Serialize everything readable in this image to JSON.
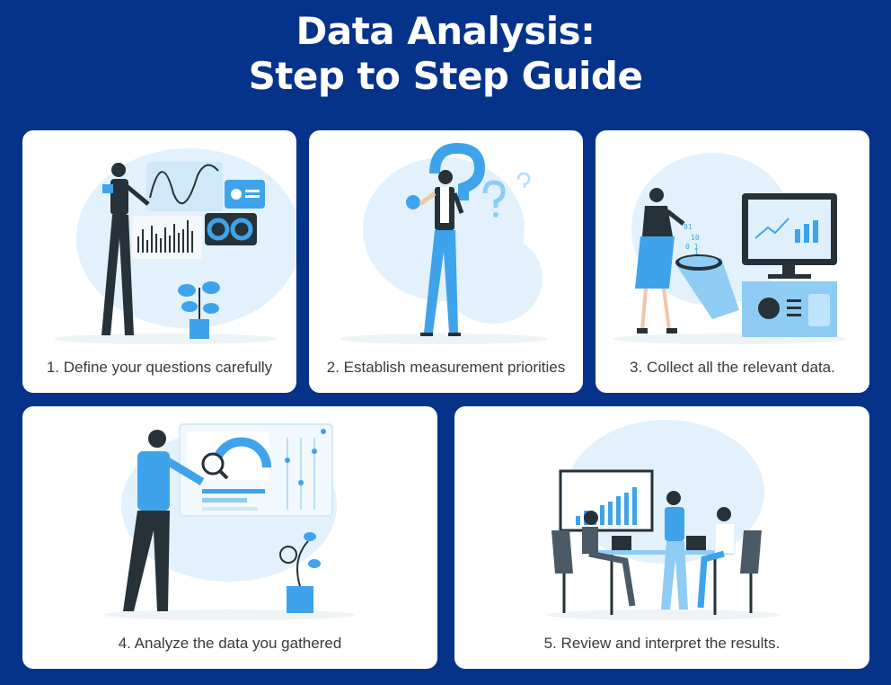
{
  "header": {
    "title_line1": "Data Analysis:",
    "title_line2": "Step to Step Guide"
  },
  "steps": [
    {
      "label": "1. Define your questions carefully",
      "illustration": "person-with-dashboard-charts"
    },
    {
      "label": "2. Establish measurement priorities",
      "illustration": "person-with-question-marks"
    },
    {
      "label": "3. Collect all the relevant data.",
      "illustration": "person-pouring-data-into-computer"
    },
    {
      "label": "4. Analyze the data you gathered",
      "illustration": "person-with-magnifier-and-dashboard"
    },
    {
      "label": "5. Review and interpret the results.",
      "illustration": "team-meeting-with-chart"
    }
  ],
  "colors": {
    "background": "#05338a",
    "card": "#ffffff",
    "accent": "#3ea3ea",
    "blob": "#e2f1fc",
    "dark": "#263238"
  }
}
